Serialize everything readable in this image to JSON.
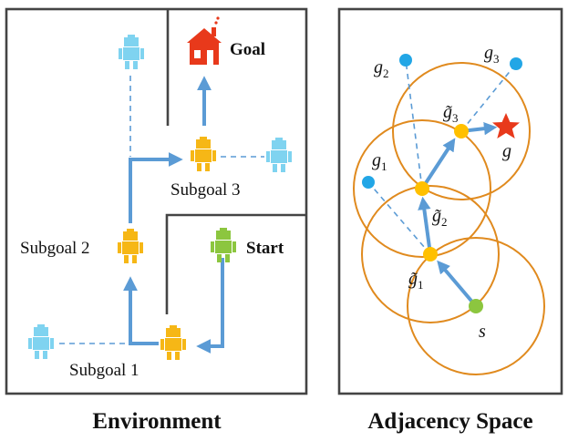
{
  "left_panel": {
    "caption": "Environment",
    "labels": {
      "goal": "Goal",
      "start": "Start",
      "subgoal_1": "Subgoal 1",
      "subgoal_2": "Subgoal 2",
      "subgoal_3": "Subgoal 3"
    }
  },
  "right_panel": {
    "caption": "Adjacency Space",
    "labels": {
      "g": "g",
      "g1": "g",
      "g1_sub": "1",
      "g2": "g",
      "g2_sub": "2",
      "g3": "g",
      "g3_sub": "3",
      "gt1": "g̃",
      "gt1_sub": "1",
      "gt2": "g̃",
      "gt2_sub": "2",
      "gt3": "g̃",
      "gt3_sub": "3",
      "s": "s"
    }
  },
  "colors": {
    "agent_yellow": "#f6b716",
    "agent_green": "#8cc63f",
    "agent_blue": "#7fd3f0",
    "goal_red": "#e8391b",
    "arrow_blue": "#5b9bd5",
    "circle_orange": "#e08a1e",
    "point_blue": "#22a6e6",
    "point_orange": "#ffc000",
    "point_green": "#8cc63f"
  },
  "icons": [
    "robot-icon",
    "house-icon",
    "star-icon"
  ]
}
